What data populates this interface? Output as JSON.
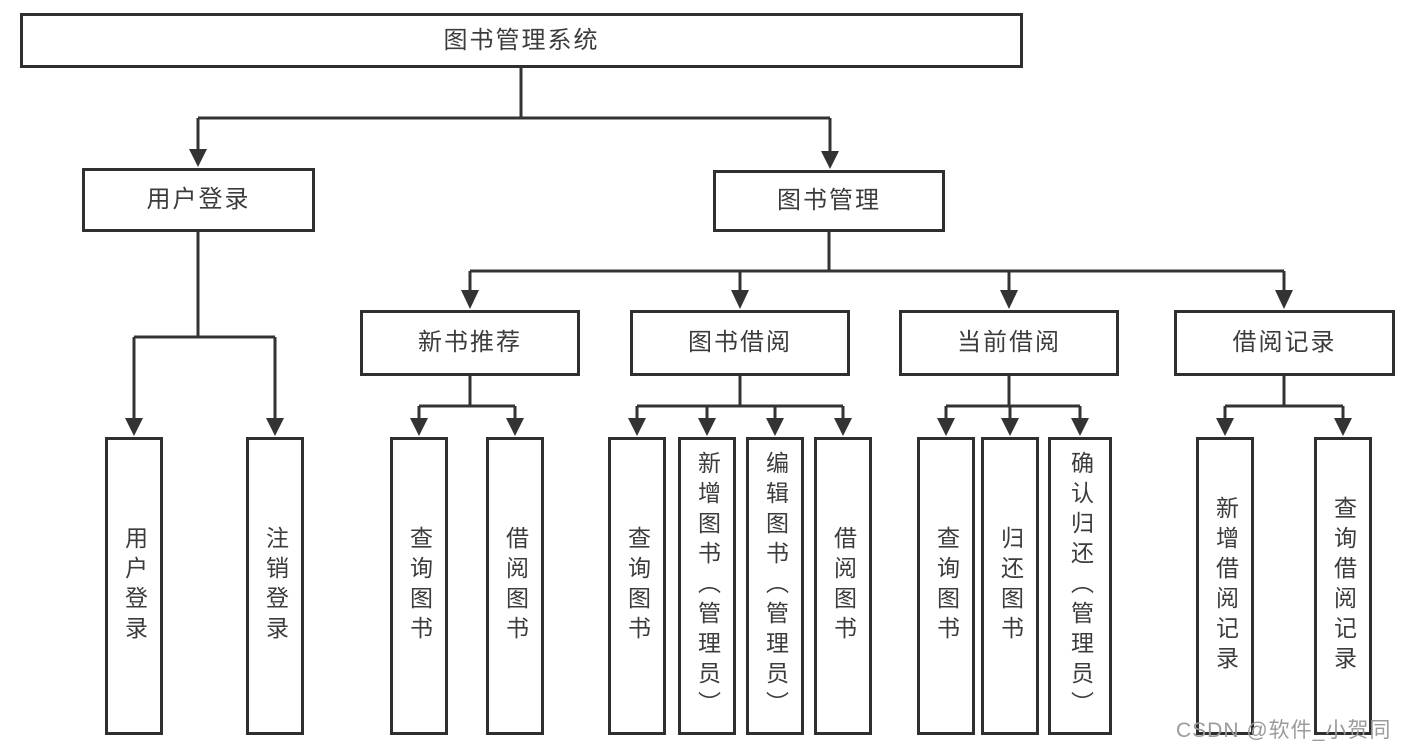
{
  "diagram": {
    "root": {
      "label": "图书管理系统"
    },
    "level2": [
      {
        "label": "用户登录"
      },
      {
        "label": "图书管理"
      }
    ],
    "user_login_children": [
      "用户登录",
      "注销登录"
    ],
    "level3": [
      {
        "label": "新书推荐"
      },
      {
        "label": "图书借阅"
      },
      {
        "label": "当前借阅"
      },
      {
        "label": "借阅记录"
      }
    ],
    "new_book_children": [
      "查询图书",
      "借阅图书"
    ],
    "book_borrow_children": [
      "查询图书",
      "新增图书（管理员）",
      "编辑图书（管理员）",
      "借阅图书"
    ],
    "current_borrow_children": [
      "查询图书",
      "归还图书",
      "确认归还（管理员）"
    ],
    "borrow_record_children": [
      "新增借阅记录",
      "查询借阅记录"
    ]
  },
  "watermark": "CSDN @软件_小贺同学",
  "colors": {
    "line": "#333333",
    "box_border": "#2f2f2f",
    "text": "#3c3c3c",
    "watermark_text": "#9b9b9b",
    "background": "#ffffff"
  }
}
